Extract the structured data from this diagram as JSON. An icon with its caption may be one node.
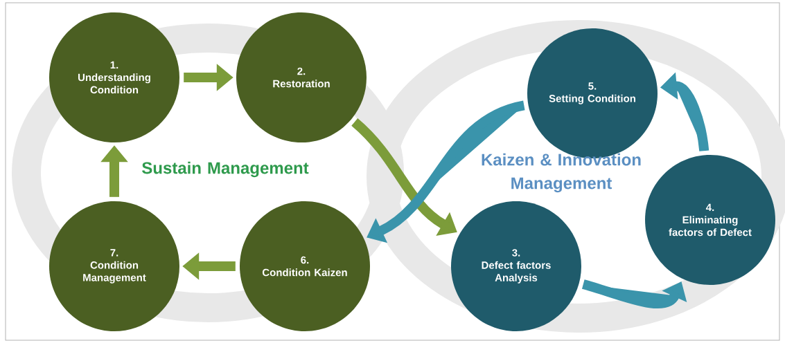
{
  "diagram": {
    "nodes": [
      {
        "text": [
          "1.",
          "Understanding Condition"
        ]
      },
      {
        "text": [
          "2.",
          "Restoration"
        ]
      },
      {
        "text": [
          "5.",
          "Setting Condition"
        ]
      },
      {
        "text": [
          "4.",
          "Eliminating factors of Defect"
        ]
      },
      {
        "text": [
          "3.",
          "Defect factors Analysis"
        ]
      },
      {
        "text": [
          "6.",
          "Condition Kaizen"
        ]
      },
      {
        "text": [
          "7.",
          "Condition Management"
        ]
      }
    ],
    "edges": [
      {
        "from": 0,
        "to": 1,
        "arrow": "to"
      },
      {
        "from": 1,
        "to": 4,
        "arrow": "to"
      },
      {
        "from": 4,
        "to": 3,
        "arrow": "to",
        "color": "#3a94ab"
      },
      {
        "from": 3,
        "to": 2,
        "arrow": "to",
        "color": "#3a94ab"
      },
      {
        "from": 2,
        "to": 5,
        "arrow": "to",
        "color": "#3a94ab"
      },
      {
        "from": 5,
        "to": 6,
        "arrow": "to"
      },
      {
        "from": 6,
        "to": 0,
        "arrow": "to"
      }
    ],
    "labels": [
      "Sustain Management",
      "Kaizen & Innovation Management"
    ]
  }
}
